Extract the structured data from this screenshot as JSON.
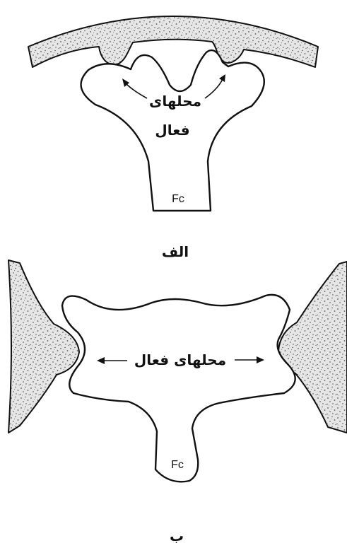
{
  "diagram": {
    "panel_a": {
      "caption": "الف",
      "label_line1": "محلهای",
      "label_line2": "فعال",
      "fragment_label": "Fc"
    },
    "panel_b": {
      "caption": "ب",
      "label": "محلهای فعال",
      "fragment_label": "Fc"
    }
  }
}
